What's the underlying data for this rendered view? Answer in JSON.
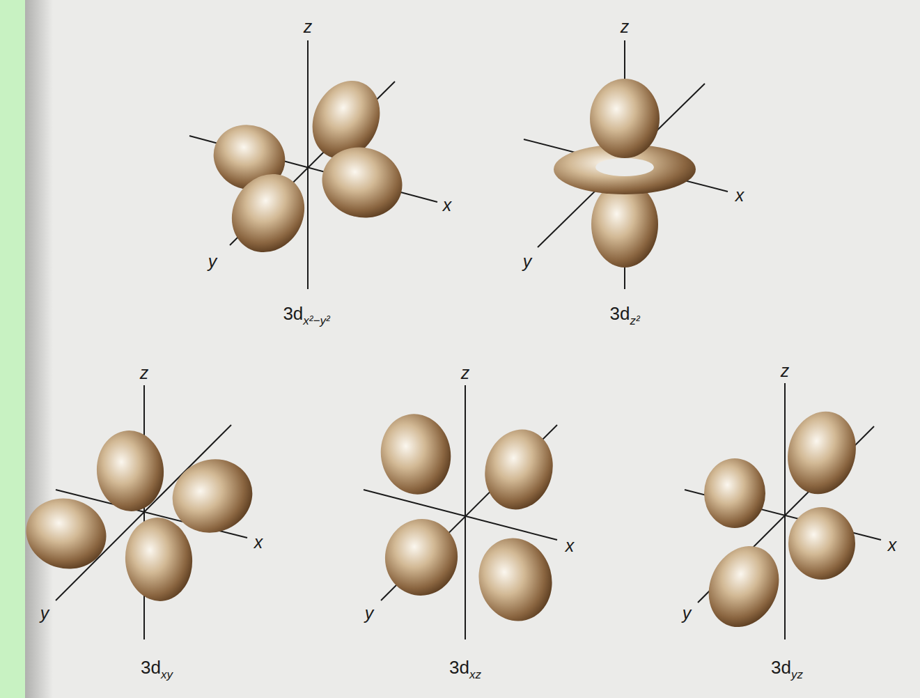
{
  "diagram": {
    "labels": [
      "z",
      "x",
      "y",
      "3d",
      "x²−y²",
      "z",
      "x",
      "y",
      "3d",
      "z²",
      "z",
      "x",
      "y",
      "3d",
      "xy",
      "z",
      "x",
      "y",
      "3d",
      "xz",
      "z",
      "x",
      "y",
      "3d",
      "yz"
    ]
  }
}
